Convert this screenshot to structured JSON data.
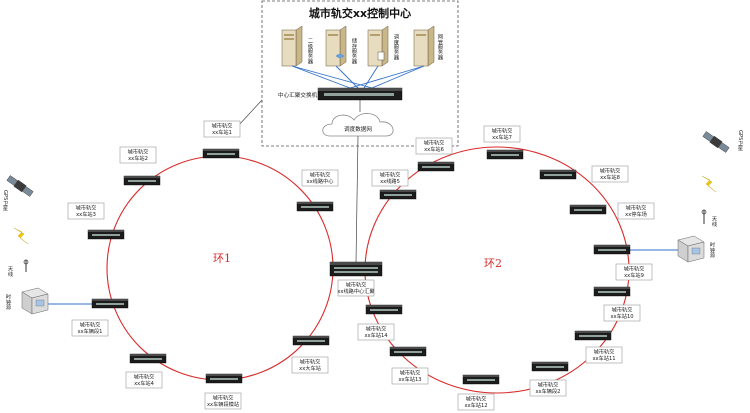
{
  "control_center": {
    "title": "城市轨交xx控制中心",
    "servers": [
      "二级服务器",
      "储存服务器",
      "调度服务器",
      "网管服务器"
    ],
    "core_switch_label": "中心汇聚交换机",
    "cloud_label": "调度数据网"
  },
  "rings": {
    "ring1": "环1",
    "ring2": "环2"
  },
  "left_gps": {
    "satellite_label": "GPS卫星",
    "antenna_label": "天线",
    "clock_label": "时钟源"
  },
  "right_gps": {
    "satellite_label": "GPS卫星",
    "antenna_label": "天线",
    "clock_label": "时钟源"
  },
  "ring1_nodes": [
    {
      "id": "r1-top",
      "line1": "城市轨交",
      "line2": "xx车站1"
    },
    {
      "id": "r1-s2",
      "line1": "城市轨交",
      "line2": "xx车站2"
    },
    {
      "id": "r1-s3",
      "line1": "城市轨交",
      "line2": "xx车站3"
    },
    {
      "id": "r1-depot1",
      "line1": "城市轨交",
      "line2": "xx车辆段1"
    },
    {
      "id": "r1-s4",
      "line1": "城市轨交",
      "line2": "xx车站4"
    },
    {
      "id": "r1-depotmod",
      "line1": "城市轨交",
      "line2": "xx车辆段模站"
    },
    {
      "id": "r1-dajia",
      "line1": "城市轨交",
      "line2": "xx大车站"
    },
    {
      "id": "r1-linectr",
      "line1": "城市轨交",
      "line2": "xx线路中心"
    }
  ],
  "center_hub": {
    "line1": "城市轨交",
    "line2": "xx线路中心汇聚"
  },
  "ring2_nodes": [
    {
      "id": "r2-s5",
      "line1": "城市轨交",
      "line2": "xx线路5"
    },
    {
      "id": "r2-s6",
      "line1": "城市轨交",
      "line2": "xx车站6"
    },
    {
      "id": "r2-s7",
      "line1": "城市轨交",
      "line2": "xx车站7"
    },
    {
      "id": "r2-s8",
      "line1": "城市轨交",
      "line2": "xx车站8"
    },
    {
      "id": "r2-yard",
      "line1": "城市轨交",
      "line2": "xx停车场"
    },
    {
      "id": "r2-s9",
      "line1": "城市轨交",
      "line2": "xx车站9"
    },
    {
      "id": "r2-s10",
      "line1": "城市轨交",
      "line2": "xx车站10"
    },
    {
      "id": "r2-s11",
      "line1": "城市轨交",
      "line2": "xx车站11"
    },
    {
      "id": "r2-depot2",
      "line1": "城市轨交",
      "line2": "xx车辆段2"
    },
    {
      "id": "r2-s12",
      "line1": "城市轨交",
      "line2": "xx车站12"
    },
    {
      "id": "r2-s13",
      "line1": "城市轨交",
      "line2": "xx车站13"
    },
    {
      "id": "r2-s14",
      "line1": "城市轨交",
      "line2": "xx车站14"
    }
  ]
}
